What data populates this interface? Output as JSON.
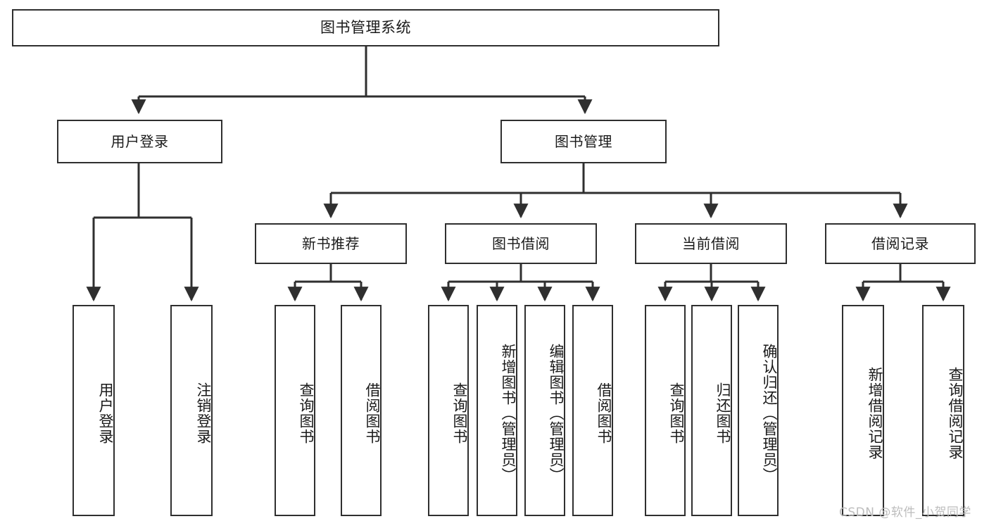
{
  "diagram": {
    "title": "图书管理系统",
    "type": "tree-hierarchy-diagram",
    "colors": {
      "box_border": "#2f2f2f",
      "box_fill": "#ffffff",
      "edge": "#2f2f2f",
      "text": "#1a1a1a",
      "watermark": "#bdbdbd",
      "background": "#ffffff"
    },
    "root": {
      "label": "图书管理系统"
    },
    "level2": [
      {
        "label": "用户登录"
      },
      {
        "label": "图书管理"
      }
    ],
    "level3": [
      {
        "label": "新书推荐"
      },
      {
        "label": "图书借阅"
      },
      {
        "label": "当前借阅"
      },
      {
        "label": "借阅记录"
      }
    ],
    "leaves": {
      "user_login": [
        {
          "label": "用户登录"
        },
        {
          "label": "注销登录"
        }
      ],
      "new_book_recommend": [
        {
          "label": "查询图书"
        },
        {
          "label": "借阅图书"
        }
      ],
      "book_borrow": [
        {
          "label": "查询图书"
        },
        {
          "label": "新增图书（管理员）"
        },
        {
          "label": "编辑图书（管理员）"
        },
        {
          "label": "借阅图书"
        }
      ],
      "current_borrow": [
        {
          "label": "查询图书"
        },
        {
          "label": "归还图书"
        },
        {
          "label": "确认归还（管理员）"
        }
      ],
      "borrow_record": [
        {
          "label": "新增借阅记录"
        },
        {
          "label": "查询借阅记录"
        }
      ]
    }
  },
  "watermark": {
    "text": "CSDN @软件_小贺同学"
  }
}
